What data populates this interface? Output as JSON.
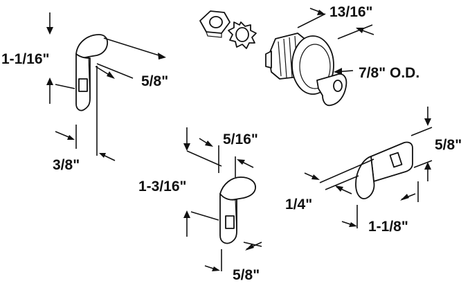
{
  "colors": {
    "ink": "#111111",
    "background": "#ffffff"
  },
  "cam_top_left": {
    "height_label": "1-1/16\"",
    "width_label": "5/8\"",
    "offset_label": "3/8\""
  },
  "lock_cylinder": {
    "length_label": "13/16\"",
    "diameter_label": "7/8\" O.D."
  },
  "cam_center": {
    "height_label": "1-3/16\"",
    "offset_label": "5/16\"",
    "width_label": "5/8\""
  },
  "cam_right": {
    "width_label": "5/8\"",
    "offset_label": "1/4\"",
    "length_label": "1-1/8\""
  }
}
